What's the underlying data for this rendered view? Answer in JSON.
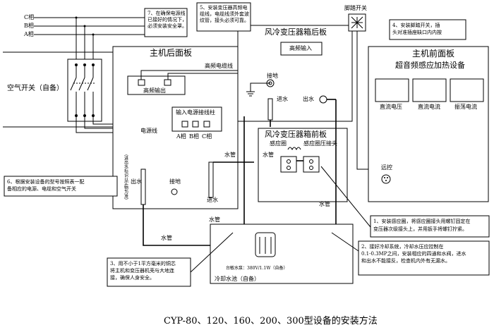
{
  "caption": "CYP-80、120、160、200、300型设备的安装方法",
  "phases": [
    "C相",
    "B相",
    "A相"
  ],
  "air_switch": "空气开关（自备）",
  "host_back_panel": {
    "title": "主机后面板",
    "hf_output": "高频输出",
    "hf_cable": "高频电缆线",
    "power_terminal": "输入电源接线柱",
    "power_cable": "电源线",
    "terminals": [
      "A相",
      "B相",
      "C相"
    ],
    "water_label_vertical": "（进出水标识以实物为准）"
  },
  "transformer_back": {
    "title": "风冷变压器箱后板",
    "hf_input": "高频输入",
    "ground": "接地",
    "water_in": "进水",
    "water_out": "出水"
  },
  "transformer_front": {
    "title": "风冷变压器箱前板",
    "coil": "感应圈",
    "coil_joint": "感应圈压接头"
  },
  "host_front_panel": {
    "title": "主机前面板",
    "subtitle": "超音频感应加热设备",
    "meters": [
      "直流电压",
      "直流电流",
      "振荡电流"
    ],
    "remote": "远控"
  },
  "foot_switch": "脚踏开关",
  "pipes": {
    "water_pipe": "水管",
    "water_out": "出水",
    "water_in": "进水",
    "ground": "接地"
  },
  "pool": {
    "pump": "台敏水泵：380V/1.1W（自备）",
    "label": "冷却水池（自备）"
  },
  "notes": [
    "7、在确保电源线已接好的情况下，必须安装安全罩。",
    "5、安装变压器高频电缆线，电缆线须外套波纹管，接头必须可靠。",
    "4、安装脚踏开关，插头对准插座缺口内内按",
    "6、根据安装设备的型号按照表一配备相应的电源、电缆和空气开关",
    "1、安装感应圈，将感应圈接头用螺钉固定在变压器次级接头上，并用扳手将螺钉拧紧。",
    "2、接好冷却系统，冷却水压应控制在0.1-0.3MP之间，安装相应的四通和水阀，进水和出水不能接反，检查机内外有无漏水。",
    "3、用不小于1平方毫米的铜芯将主机和变压器机壳与大地连接，确保人身安全。"
  ]
}
